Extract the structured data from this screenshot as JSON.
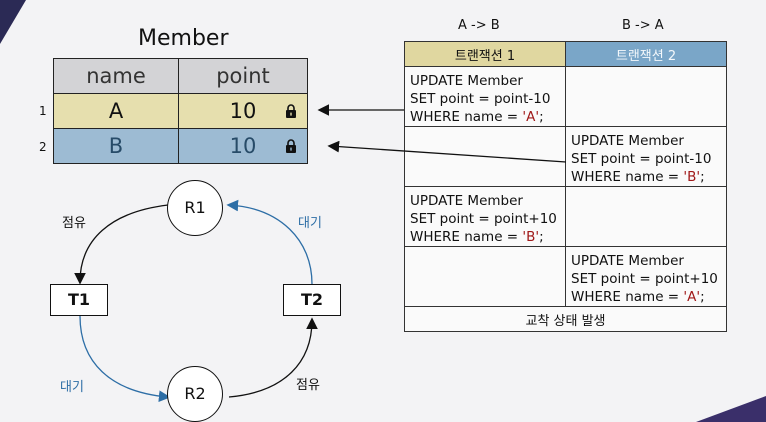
{
  "member_table": {
    "title": "Member",
    "headers": [
      "name",
      "point"
    ],
    "row_numbers": [
      "1",
      "2"
    ],
    "rows": [
      {
        "name": "A",
        "point": "10"
      },
      {
        "name": "B",
        "point": "10"
      }
    ],
    "row_colors": {
      "A": "#e6dfae",
      "B": "#9dbbd3"
    }
  },
  "transactions": {
    "order_labels": [
      "A -> B",
      "B -> A"
    ],
    "headers": [
      "트랜잭션 1",
      "트랜잭션 2"
    ],
    "steps": [
      {
        "col": 1,
        "lines": [
          "UPDATE Member",
          "SET point = point-10",
          "WHERE name = "
        ],
        "literal": "'A'",
        "end": ";"
      },
      {
        "col": 2,
        "lines": [
          "UPDATE Member",
          "SET point = point-10",
          "WHERE name = "
        ],
        "literal": "'B'",
        "end": ";"
      },
      {
        "col": 1,
        "lines": [
          "UPDATE Member",
          "SET point = point+10",
          "WHERE name = "
        ],
        "literal": "'B'",
        "end": ";"
      },
      {
        "col": 2,
        "lines": [
          "UPDATE Member",
          "SET point = point+10",
          "WHERE name = "
        ],
        "literal": "'A'",
        "end": ";"
      }
    ],
    "footer": "교착 상태 발생"
  },
  "cycle": {
    "nodes": {
      "r1": "R1",
      "r2": "R2",
      "t1": "T1",
      "t2": "T2"
    },
    "labels": {
      "hold_top": "점유",
      "wait_top": "대기",
      "wait_bottom": "대기",
      "hold_bottom": "점유"
    },
    "colors": {
      "hold": "#111111",
      "wait": "#2d6ea6"
    }
  }
}
